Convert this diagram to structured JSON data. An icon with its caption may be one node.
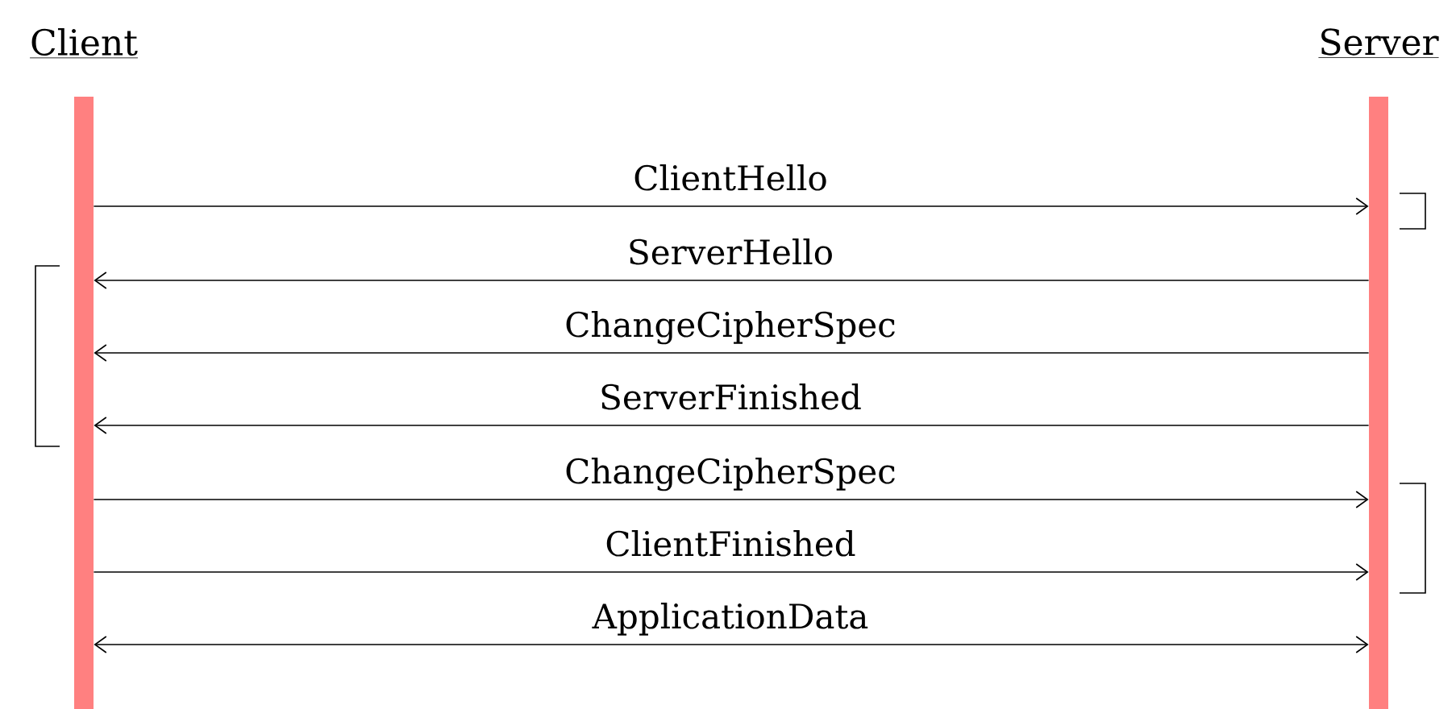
{
  "diagram": {
    "nodes": [
      {
        "text": [
          "Client"
        ]
      },
      {
        "text": [
          "Server"
        ]
      }
    ],
    "edges": [
      {
        "from": 0,
        "to": 1,
        "arrow": "to",
        "label": "ClientHello"
      },
      {
        "from": 1,
        "to": 0,
        "arrow": "to",
        "label": "ServerHello"
      },
      {
        "from": 1,
        "to": 0,
        "arrow": "to",
        "label": "ChangeCipherSpec"
      },
      {
        "from": 1,
        "to": 0,
        "arrow": "to",
        "label": "ServerFinished"
      },
      {
        "from": 0,
        "to": 1,
        "arrow": "to",
        "label": "ChangeCipherSpec"
      },
      {
        "from": 0,
        "to": 1,
        "arrow": "to",
        "label": "ClientFinished"
      },
      {
        "from": 0,
        "to": 1,
        "arrow": "both",
        "label": "ApplicationData"
      }
    ]
  }
}
